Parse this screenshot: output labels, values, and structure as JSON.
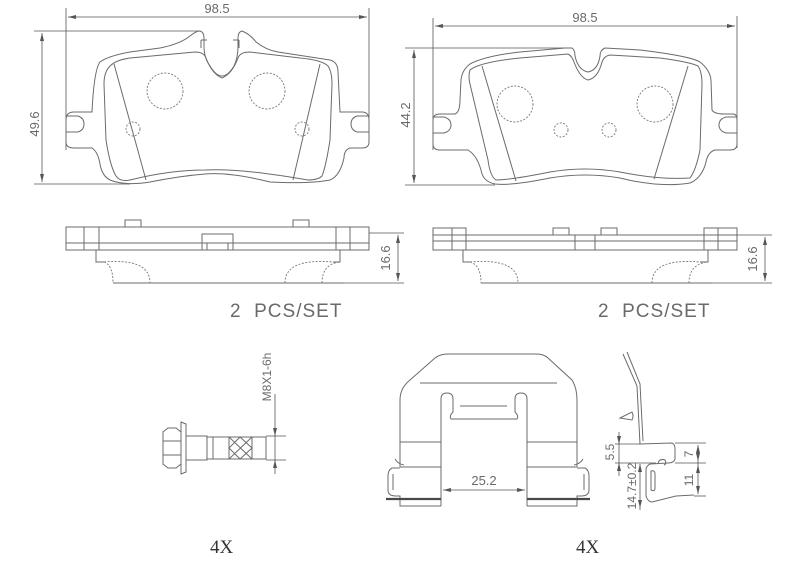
{
  "drawing": {
    "type": "brake pad technical drawing",
    "pad_left": {
      "front_view": {
        "width_label": "98.5",
        "height_label": "49.6"
      },
      "side_view": {
        "thickness_label": "16.6"
      },
      "quantity_label": "2  PCS/SET"
    },
    "pad_right": {
      "front_view": {
        "width_label": "98.5",
        "height_label": "44.2"
      },
      "side_view": {
        "thickness_label": "16.6"
      },
      "quantity_label": "2  PCS/SET"
    },
    "bolt": {
      "thread_label": "M8X1-6h",
      "quantity_label": "4X"
    },
    "clip": {
      "width_label": "25.2",
      "profile_labels": {
        "top_offset": "5.5",
        "tolerance": "14.7±0.2",
        "upper_height": "7",
        "lower_height": "11"
      },
      "quantity_label": "4X"
    }
  },
  "colors": {
    "line": "#6b6b6b",
    "text": "#6a6a6a",
    "background": "#ffffff"
  }
}
